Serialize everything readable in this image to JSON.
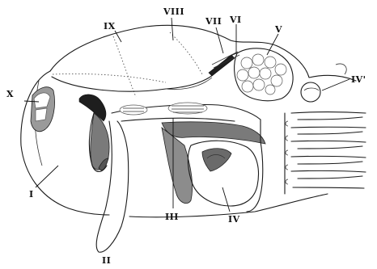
{
  "labels": {
    "I": "I",
    "II": "II",
    "III": "III",
    "IV": "IV",
    "IV_prime": "IV'",
    "V": "V",
    "VI": "VI",
    "VII": "VII",
    "VIII": "VIII",
    "IX": "IX",
    "X": "X"
  },
  "colors": {
    "line": "#1a1a1a",
    "shading": "#7a7a7a",
    "dark_fill": "#1e1e1e",
    "background": "#ffffff"
  }
}
